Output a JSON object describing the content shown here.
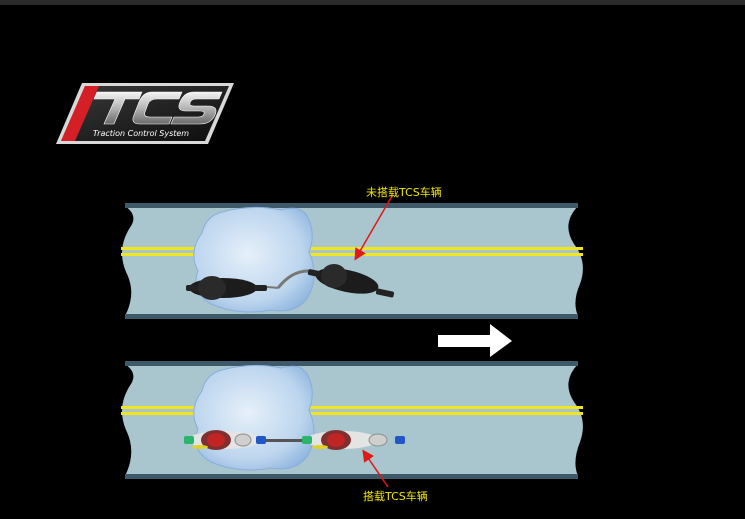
{
  "logo": {
    "wordmark": "TCS",
    "tagline": "Traction Control System"
  },
  "annotations": {
    "without_tcs": "未搭载TCS车辆",
    "with_tcs": "搭载TCS车辆"
  },
  "colors": {
    "background": "#000000",
    "road": "#a9c6cf",
    "road_edge": "#3e5a6a",
    "lane_line": "#f0e51e",
    "ice_patch": "#c6dcf0",
    "annotation_text": "#f2e600",
    "annotation_arrow": "#e01818",
    "direction_arrow": "#ffffff"
  },
  "icons": {
    "direction": "right-arrow-icon",
    "logo": "tcs-logo-icon"
  }
}
